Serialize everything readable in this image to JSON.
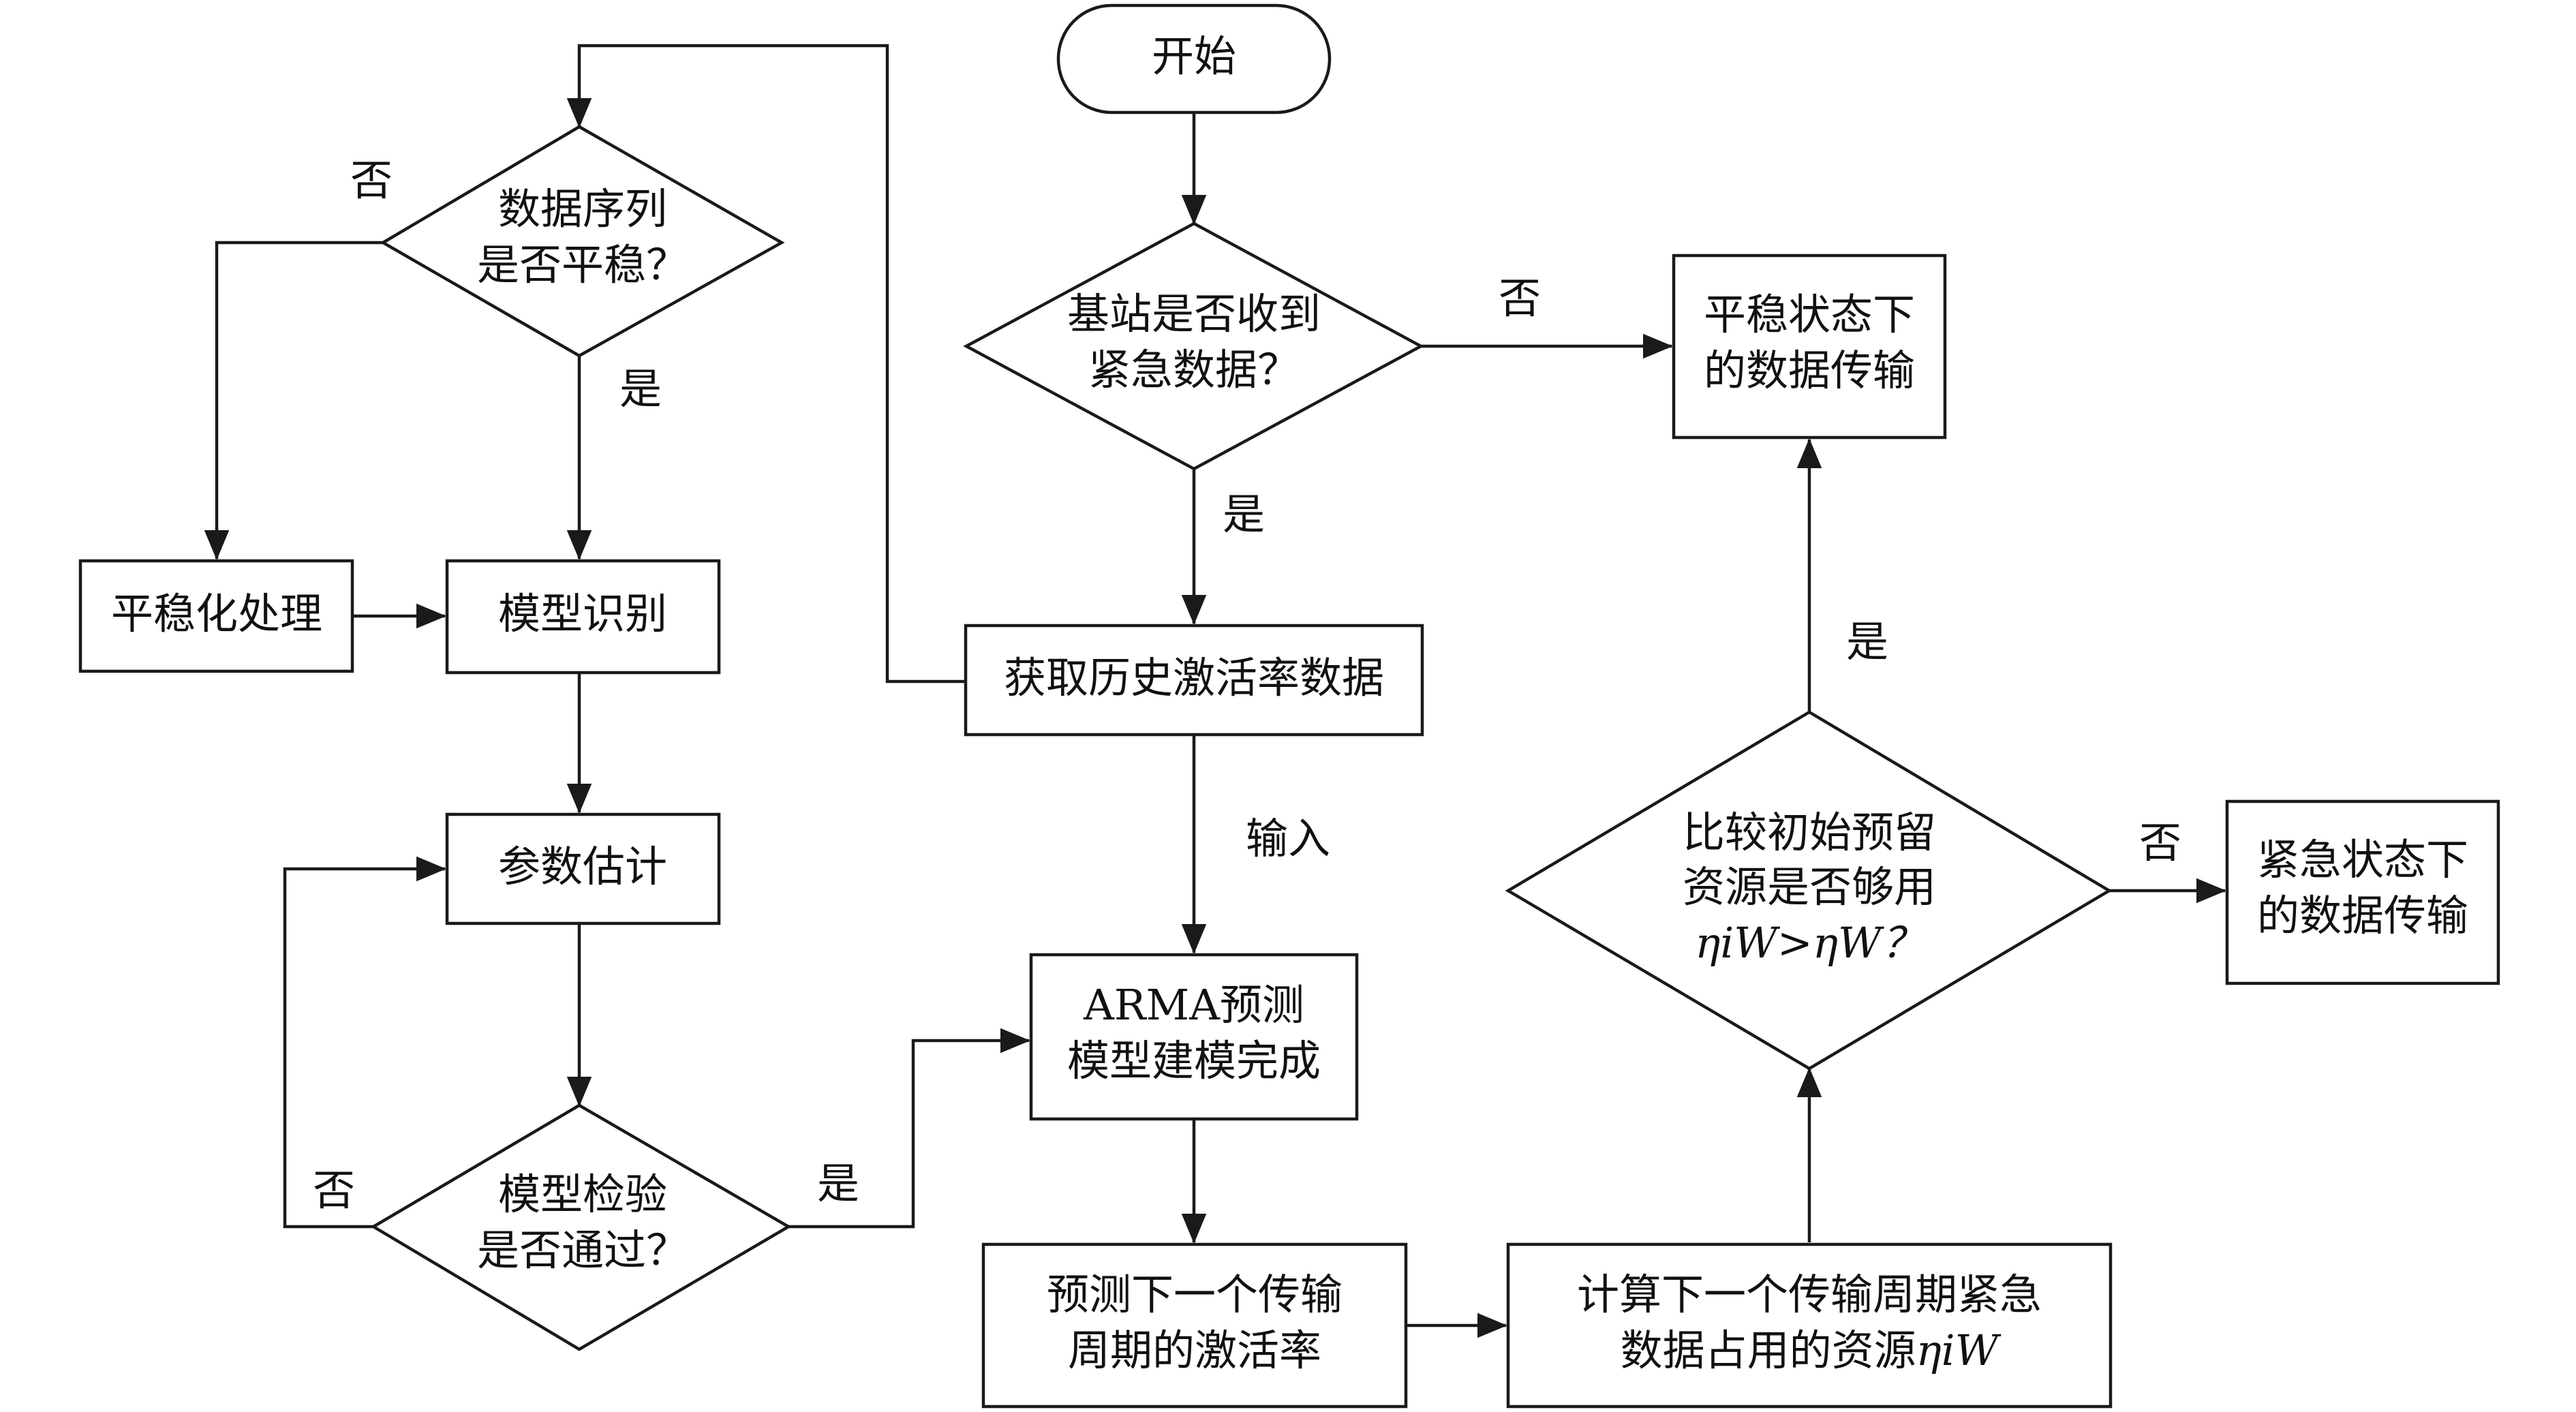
{
  "nodes": {
    "start": {
      "text": "开始"
    },
    "q_urgent": {
      "line1": "基站是否收到",
      "line2": "紧急数据？"
    },
    "get_history": {
      "text": "获取历史激活率数据"
    },
    "q_stationary": {
      "line1": "数据序列",
      "line2": "是否平稳？"
    },
    "stabilize": {
      "text": "平稳化处理"
    },
    "model_ident": {
      "text": "模型识别"
    },
    "param_est": {
      "text": "参数估计"
    },
    "q_model_test": {
      "line1": "模型检验",
      "line2": "是否通过？"
    },
    "arma_done": {
      "line1": "ARMA预测",
      "line2": "模型建模完成"
    },
    "predict_next": {
      "line1": "预测下一个传输",
      "line2": "周期的激活率"
    },
    "compute_resource": {
      "line1": "计算下一个传输周期紧急",
      "line2_prefix": "数据占用的资源",
      "line2_math": "ηiW"
    },
    "q_compare": {
      "line1": "比较初始预留",
      "line2": "资源是否够用",
      "line3": "ηiW>ηW？"
    },
    "stable_transfer": {
      "line1": "平稳状态下",
      "line2": "的数据传输"
    },
    "urgent_transfer": {
      "line1": "紧急状态下",
      "line2": "的数据传输"
    }
  },
  "edge_labels": {
    "urgent_no": "否",
    "urgent_yes": "是",
    "stationary_no": "否",
    "stationary_yes": "是",
    "input": "输入",
    "test_no": "否",
    "test_yes": "是",
    "compare_yes": "是",
    "compare_no": "否"
  }
}
